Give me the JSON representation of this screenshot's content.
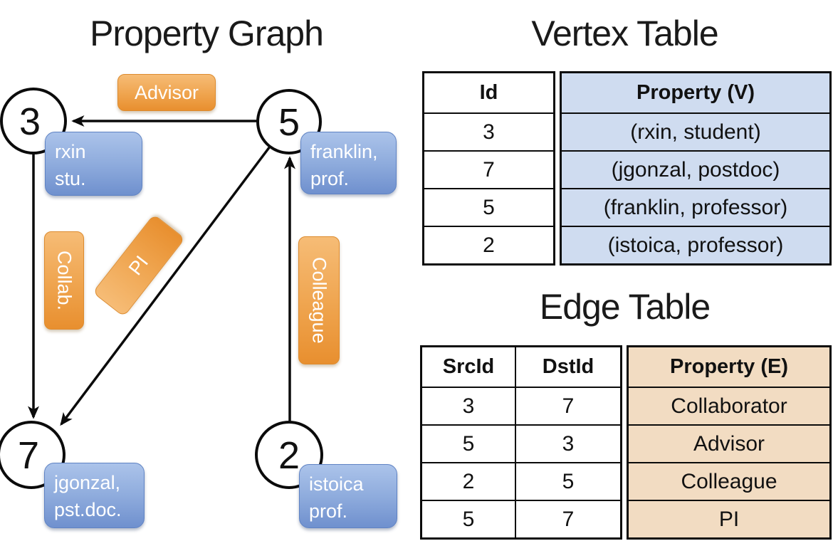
{
  "graph": {
    "title": "Property Graph",
    "nodes": [
      {
        "id": "3",
        "property_lines": [
          "rxin",
          "stu."
        ]
      },
      {
        "id": "5",
        "property_lines": [
          "franklin,",
          "prof."
        ]
      },
      {
        "id": "7",
        "property_lines": [
          "jgonzal,",
          "pst.doc."
        ]
      },
      {
        "id": "2",
        "property_lines": [
          "istoica",
          "prof."
        ]
      }
    ],
    "edges": [
      {
        "from": "5",
        "to": "3",
        "label": "Advisor"
      },
      {
        "from": "3",
        "to": "7",
        "label": "Collab."
      },
      {
        "from": "5",
        "to": "7",
        "label": "PI"
      },
      {
        "from": "2",
        "to": "5",
        "label": "Colleague"
      }
    ]
  },
  "vertex_table": {
    "title": "Vertex Table",
    "columns": [
      "Id",
      "Property (V)"
    ],
    "rows": [
      [
        "3",
        "(rxin, student)"
      ],
      [
        "7",
        "(jgonzal, postdoc)"
      ],
      [
        "5",
        "(franklin, professor)"
      ],
      [
        "2",
        "(istoica, professor)"
      ]
    ]
  },
  "edge_table": {
    "title": "Edge Table",
    "columns": [
      "SrcId",
      "DstId",
      "Property (E)"
    ],
    "rows": [
      [
        "3",
        "7",
        "Collaborator"
      ],
      [
        "5",
        "3",
        "Advisor"
      ],
      [
        "2",
        "5",
        "Colleague"
      ],
      [
        "5",
        "7",
        "PI"
      ]
    ]
  },
  "colors": {
    "edge_label_orange_top": "#F6BC76",
    "edge_label_orange_bottom": "#E88F2F",
    "vertex_box_blue_top": "#ABC3EA",
    "vertex_box_blue_bottom": "#6F90CE",
    "vertex_table_cell_bg": "#CFDCF0",
    "edge_table_cell_bg": "#F2DCC2",
    "table_border": "#0b0b0b",
    "node_stroke": "#0b0b0b"
  }
}
